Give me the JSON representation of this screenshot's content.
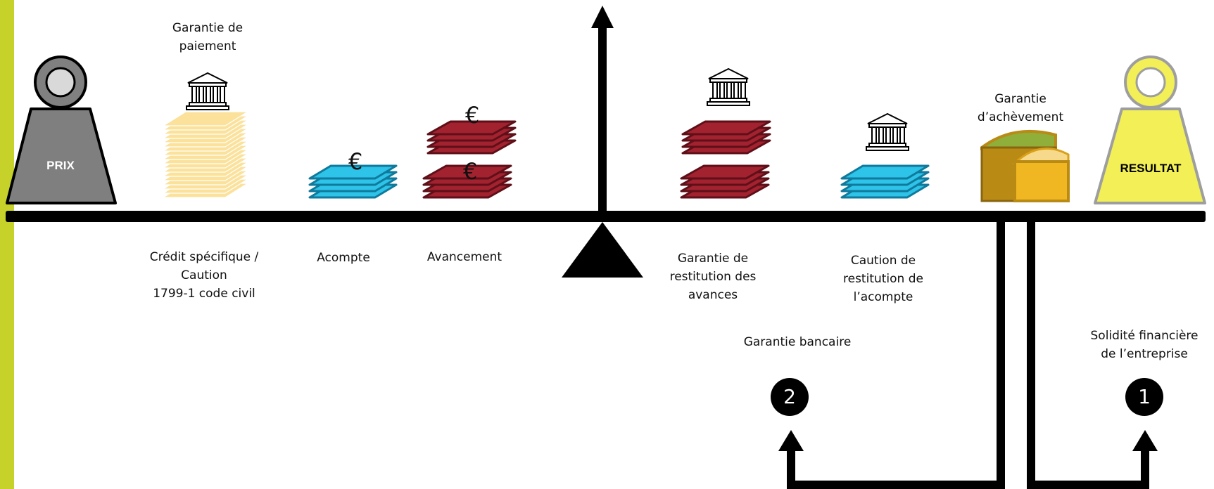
{
  "colors": {
    "left_bar": "#c6d22a",
    "beam": "#000000",
    "prix_weight": "#7f7f7f",
    "resultat_weight": "#f2f056",
    "paper_yellow": "#fbe19a",
    "stack_blue": "#2ec3e8",
    "stack_red": "#a3222f",
    "chest_brown": "#b98a14",
    "chest_gold": "#f0b722"
  },
  "weights": {
    "left": {
      "label": "PRIX",
      "icon": "weight-icon"
    },
    "right": {
      "label": "RESULTAT",
      "icon": "weight-icon"
    }
  },
  "top_labels": {
    "garantie_paiement": "Garantie de\npaiement",
    "garantie_achevement": "Garantie\nd’achèvement"
  },
  "bottom_labels": {
    "credit_specifique": "Crédit spécifique /\nCaution\n1799-1 code civil",
    "acompte": "Acompte",
    "avancement": "Avancement",
    "garantie_restitution_avances": "Garantie de\nrestitution des\navances",
    "caution_restitution_acompte": "Caution de\nrestitution de\nl’acompte",
    "garantie_bancaire": "Garantie bancaire",
    "solidite_financiere": "Solidité financière\nde l’entreprise"
  },
  "badges": {
    "two": "2",
    "one": "1"
  },
  "currency_symbol": "€",
  "icons": [
    "bank-icon",
    "euro-icon",
    "treasure-chest-icon",
    "arrow-up-icon",
    "fulcrum-triangle-icon",
    "money-stack-icon",
    "paper-stack-icon"
  ]
}
